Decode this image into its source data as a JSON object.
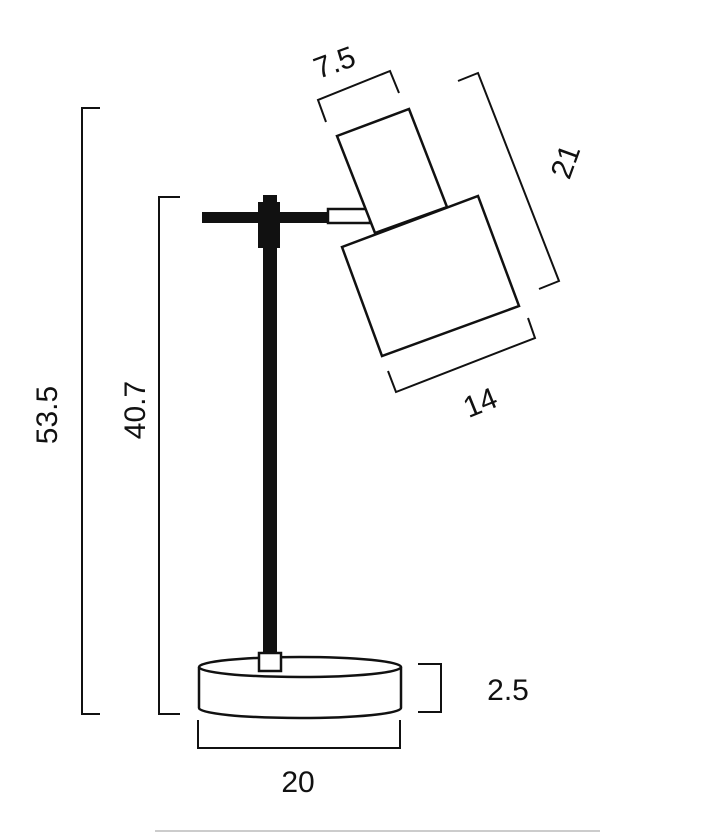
{
  "diagram": {
    "title": "Desk lamp dimensions",
    "colors": {
      "line": "#111111",
      "divider": "#cccccc"
    },
    "dimensions": {
      "total_height": "53.5",
      "arm_height": "40.7",
      "shade_top_width": "7.5",
      "shade_length": "21",
      "shade_width": "14",
      "base_height": "2.5",
      "base_diameter": "20"
    }
  }
}
